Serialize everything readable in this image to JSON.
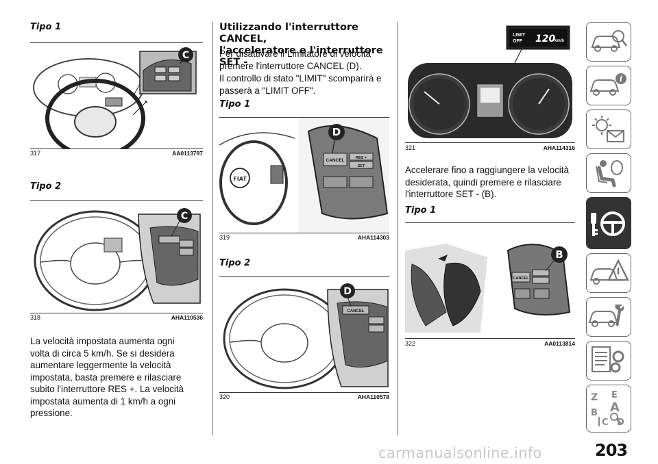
{
  "col1": {
    "heading_tipo1": "Tipo 1",
    "fig317": {
      "number": "317",
      "code": "AA0113797",
      "callout": "C"
    },
    "heading_tipo2": "Tipo 2",
    "fig318": {
      "number": "318",
      "code": "AHA110536",
      "callout": "C"
    },
    "paragraph": [
      "La velocità impostata aumenta ogni",
      "volta di circa 5 km/h. Se si desidera",
      "aumentare leggermente la velocità",
      "impostata, basta premere e rilasciare",
      "subito l'interruttore RES +. La velocità",
      "impostata aumenta di 1 km/h a ogni",
      "pressione."
    ]
  },
  "col2": {
    "section_title": [
      "Utilizzando l'interruttore CANCEL,",
      "l'acceleratore e l'interruttore SET -"
    ],
    "para1": [
      "Per disattivare il Limitatore di velocità",
      "premere l'interruttore CANCEL (D)."
    ],
    "para2": [
      "Il controllo di stato \"LIMIT\" scomparirà e",
      "passerà a \"LIMIT OFF\"."
    ],
    "heading_tipo1": "Tipo 1",
    "fig319": {
      "number": "319",
      "code": "AHA114303",
      "callout": "D",
      "btn_cancel": "CANCEL",
      "btn_res": "RES +",
      "btn_set": "SET"
    },
    "heading_tipo2": "Tipo 2",
    "fig320": {
      "number": "320",
      "code": "AHA110578",
      "callout": "D",
      "btn_cancel": "CANCEL"
    }
  },
  "col3": {
    "fig321": {
      "number": "321",
      "code": "AHA114316",
      "display_label_1": "LIMIT",
      "display_label_2": "OFF",
      "display_value": "120",
      "display_unit": "km/h"
    },
    "paragraph": [
      "Accelerare fino a raggiungere la velocità",
      "desiderata, quindi premere e rilasciare",
      "l'interruttore SET - (B)."
    ],
    "heading_tipo1": "Tipo 1",
    "fig322": {
      "number": "322",
      "code": "AA0113814",
      "callout": "B",
      "btn_cancel": "CANCEL"
    }
  },
  "sidebar": {
    "letters": [
      "Z",
      "E",
      "B",
      "A",
      "C",
      "D"
    ]
  },
  "page_number": "203",
  "watermark": "carmanualsonline.info"
}
